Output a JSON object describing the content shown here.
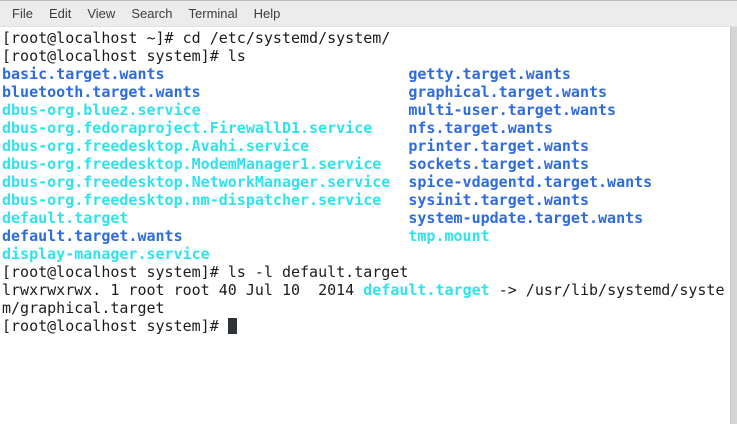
{
  "window_title": "Terminal",
  "colors": {
    "blue": "#2e6bdf",
    "cyan": "#2fe2ec",
    "foreground": "#1a1c1d",
    "background": "#ffffff",
    "menubar_bg": "#ececec",
    "menubar_fg": "#3c3c3c",
    "scrollbar": "#d5d5d5",
    "cursor": "#2e3436"
  },
  "menu": {
    "items": [
      "File",
      "Edit",
      "View",
      "Search",
      "Terminal",
      "Help"
    ]
  },
  "terminal": {
    "columns": 80,
    "ls_col_width": 45,
    "lines": [
      {
        "type": "text",
        "segments": [
          {
            "t": "[root@localhost ~]# cd /etc/systemd/system/",
            "c": "default"
          }
        ]
      },
      {
        "type": "text",
        "segments": [
          {
            "t": "[root@localhost system]# ls",
            "c": "default"
          }
        ]
      },
      {
        "type": "cols",
        "left": {
          "t": "basic.target.wants",
          "c": "blue"
        },
        "right": {
          "t": "getty.target.wants",
          "c": "blue"
        }
      },
      {
        "type": "cols",
        "left": {
          "t": "bluetooth.target.wants",
          "c": "blue"
        },
        "right": {
          "t": "graphical.target.wants",
          "c": "blue"
        }
      },
      {
        "type": "cols",
        "left": {
          "t": "dbus-org.bluez.service",
          "c": "cyan"
        },
        "right": {
          "t": "multi-user.target.wants",
          "c": "blue"
        }
      },
      {
        "type": "cols",
        "left": {
          "t": "dbus-org.fedoraproject.FirewallD1.service",
          "c": "cyan"
        },
        "right": {
          "t": "nfs.target.wants",
          "c": "blue"
        }
      },
      {
        "type": "cols",
        "left": {
          "t": "dbus-org.freedesktop.Avahi.service",
          "c": "cyan"
        },
        "right": {
          "t": "printer.target.wants",
          "c": "blue"
        }
      },
      {
        "type": "cols",
        "left": {
          "t": "dbus-org.freedesktop.ModemManager1.service",
          "c": "cyan"
        },
        "right": {
          "t": "sockets.target.wants",
          "c": "blue"
        }
      },
      {
        "type": "cols",
        "left": {
          "t": "dbus-org.freedesktop.NetworkManager.service",
          "c": "cyan"
        },
        "right": {
          "t": "spice-vdagentd.target.wants",
          "c": "blue"
        }
      },
      {
        "type": "cols",
        "left": {
          "t": "dbus-org.freedesktop.nm-dispatcher.service",
          "c": "cyan"
        },
        "right": {
          "t": "sysinit.target.wants",
          "c": "blue"
        }
      },
      {
        "type": "cols",
        "left": {
          "t": "default.target",
          "c": "cyan"
        },
        "right": {
          "t": "system-update.target.wants",
          "c": "blue"
        }
      },
      {
        "type": "cols",
        "left": {
          "t": "default.target.wants",
          "c": "blue"
        },
        "right": {
          "t": "tmp.mount",
          "c": "cyan"
        }
      },
      {
        "type": "cols",
        "left": {
          "t": "display-manager.service",
          "c": "cyan"
        },
        "right": null
      },
      {
        "type": "text",
        "segments": [
          {
            "t": "[root@localhost system]# ls -l default.target",
            "c": "default"
          }
        ]
      },
      {
        "type": "text",
        "segments": [
          {
            "t": "lrwxrwxrwx. 1 root root 40 Jul 10  2014 ",
            "c": "default"
          },
          {
            "t": "default.target",
            "c": "cyan"
          },
          {
            "t": " -> /usr/lib/systemd/syste",
            "c": "default"
          }
        ]
      },
      {
        "type": "text",
        "segments": [
          {
            "t": "m/graphical.target",
            "c": "default"
          }
        ]
      },
      {
        "type": "text",
        "segments": [
          {
            "t": "[root@localhost system]# ",
            "c": "default"
          }
        ],
        "cursor": true
      }
    ]
  }
}
